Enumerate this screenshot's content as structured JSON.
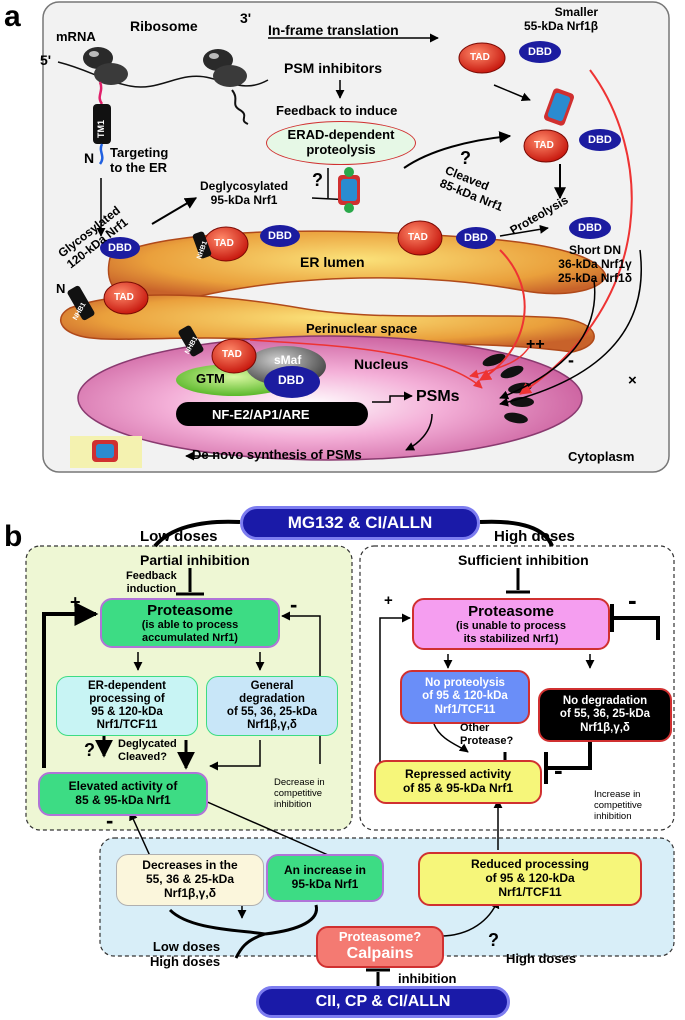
{
  "panel_a": {
    "label": "a",
    "mrna": "mRNA",
    "five_prime": "5'",
    "three_prime": "3'",
    "ribosome": "Ribosome",
    "tm1": "TM1",
    "n": "N",
    "targeting": "Targeting\nto the ER",
    "glycosylated": "Glycosylated\n120-kDa Nrf1",
    "in_frame": "In-frame translation",
    "smaller": "Smaller\n55-kDa Nrf1β",
    "psm_inhibitors": "PSM inhibitors",
    "feedback": "Feedback to induce",
    "erad": "ERAD-dependent\nproteolysis",
    "deglycosylated": "Deglycosylated\n95-kDa Nrf1",
    "cleaved": "Cleaved\n85-kDa Nrf1",
    "proteolysis": "Proteolysis",
    "short_dn": "Short DN\n36-kDa Nrf1γ\n25-kDa Nrf1δ",
    "er_lumen": "ER lumen",
    "perinuclear": "Perinuclear space",
    "nucleus": "Nucleus",
    "smaf": "sMaf",
    "gtm": "GTM",
    "dbd": "DBD",
    "tad": "TAD",
    "nhb1": "NHB1",
    "nf_e2": "NF-E2/AP1/ARE",
    "psms": "PSMs",
    "de_novo": "De novo synthesis of PSMs",
    "cytoplasm": "Cytoplasm",
    "question": "?",
    "plus_plus": "++",
    "minus": "-",
    "times": "×"
  },
  "panel_b": {
    "label": "b",
    "top_pill": "MG132 & CI/ALLN",
    "low_doses": "Low doses",
    "high_doses": "High doses",
    "partial_inhibition": "Partial inhibition",
    "sufficient_inhibition": "Sufficient inhibition",
    "feedback_induction": "Feedback\ninduction",
    "left_proteasome_title": "Proteasome",
    "left_proteasome_sub": "(is able to process\naccumulated Nrf1)",
    "right_proteasome_title": "Proteasome",
    "right_proteasome_sub": "(is unable to process\nits stabilized Nrf1)",
    "er_dependent": "ER-dependent\nprocessing of\n95 & 120-kDa\nNrf1/TCF11",
    "general_degradation": "General\ndegradation\nof 55, 36, 25-kDa\nNrf1β,γ,δ",
    "deglycated": "Deglycated\nCleaved?",
    "decrease_competitive": "Decrease in\ncompetitive\ninhibition",
    "elevated": "Elevated activity of\n85 & 95-kDa Nrf1",
    "no_proteolysis": "No proteolysis\nof 95 & 120-kDa\nNrf1/TCF11",
    "no_degradation": "No degradation\nof 55, 36, 25-kDa\nNrf1β,γ,δ",
    "other_protease": "Other\nProtease?",
    "repressed": "Repressed activity\nof 85 & 95-kDa Nrf1",
    "increase_competitive": "Increase in\ncompetitive\ninhibition",
    "decreases": "Decreases in the\n55, 36 & 25-kDa\nNrf1β,γ,δ",
    "an_increase": "An increase in\n95-kDa Nrf1",
    "reduced": "Reduced processing\nof 95 & 120-kDa\nNrf1/TCF11",
    "low_high_doses": "Low doses\nHigh doses",
    "high_doses_bottom": "High doses",
    "calpains_q": "Proteasome?",
    "calpains": "Calpains",
    "inhibition": "inhibition",
    "bottom_pill": "CII, CP & CI/ALLN",
    "plus": "+",
    "minus": "-",
    "question": "?"
  },
  "colors": {
    "tad_red": "#e8231a",
    "dbd_blue": "#1c1ca0",
    "pill_blue": "#1a1aa8",
    "green_box": "#3ddc84",
    "pink_box": "#f59ef0",
    "cyan_box": "#c8f4f4",
    "yellow_box": "#f6f67a",
    "salmon": "#f47a72"
  }
}
